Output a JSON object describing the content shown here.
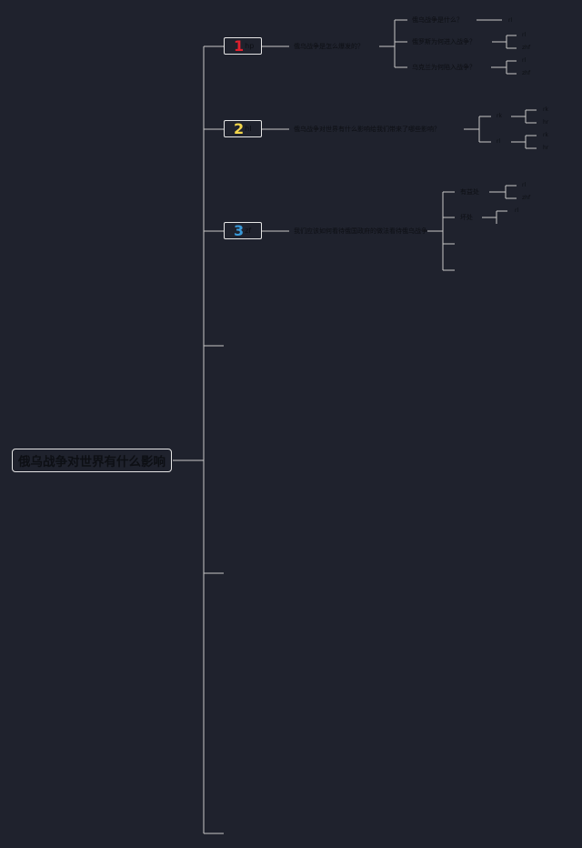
{
  "root": {
    "title": "俄乌战争对世界有什么影响"
  },
  "colors": {
    "background": "#1f222d",
    "line": "#c8c8c8",
    "num1": "#e0202e",
    "num2": "#f2d54a",
    "num3": "#3a9ad9"
  },
  "topics": [
    {
      "number": "1",
      "tag": "hp",
      "question": "俄乌战争是怎么爆发的？",
      "children": [
        {
          "text": "俄乌战争是什么？",
          "leaves": [
            "rl"
          ]
        },
        {
          "text": "俄罗斯为何进入战争？",
          "leaves": [
            "rl",
            "zhf"
          ]
        },
        {
          "text": "乌克兰为何陷入战争？",
          "leaves": [
            "rl",
            "zhf"
          ]
        }
      ]
    },
    {
      "number": "2",
      "tag": "hl",
      "question": "俄乌战争对世界有什么影响给我们带来了哪些影响？",
      "children": [
        {
          "text": "rk",
          "leaves": [
            "rk",
            "hr"
          ]
        },
        {
          "text": "rl",
          "leaves": [
            "rk",
            "hr"
          ]
        }
      ]
    },
    {
      "number": "3",
      "tag": "zf",
      "question": "我们应该如何看待俄国政府的做法看待俄乌战争",
      "children": [
        {
          "text": "有益处",
          "leaves": [
            "rl",
            "zhf"
          ]
        },
        {
          "text": "坏处",
          "leaves": [
            "rl"
          ]
        },
        {
          "text": "",
          "leaves": []
        },
        {
          "text": "",
          "leaves": []
        }
      ]
    }
  ]
}
